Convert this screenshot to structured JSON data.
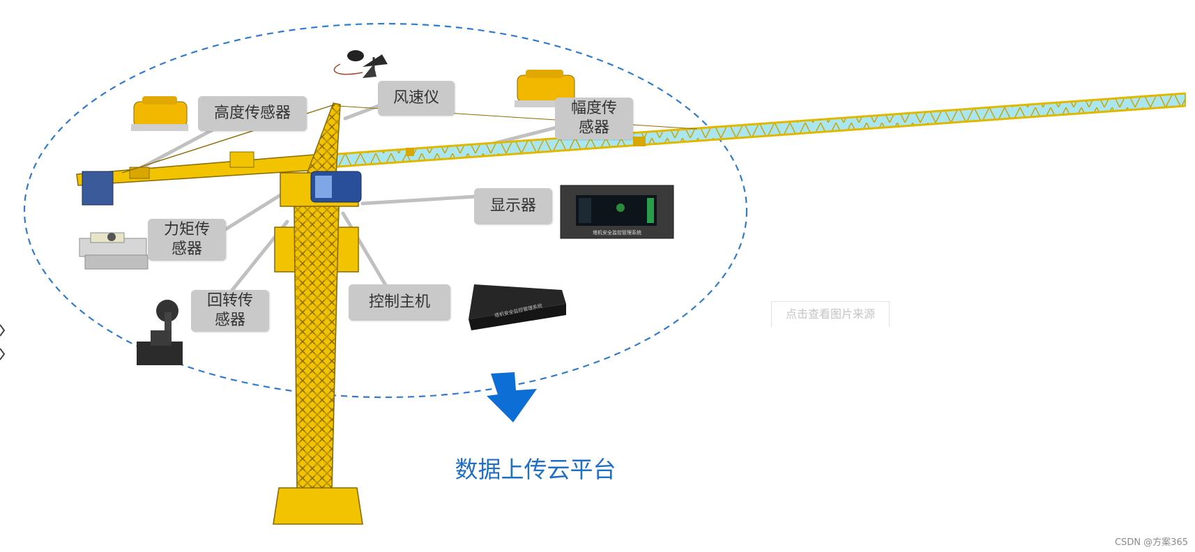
{
  "diagram": {
    "labels": {
      "height_sensor": [
        "高度传感器"
      ],
      "wind_meter": [
        "风速仪"
      ],
      "amplitude_sensor": [
        "幅度传",
        "感器"
      ],
      "display": [
        "显示器"
      ],
      "torque_sensor": [
        "力矩传",
        "感器"
      ],
      "slewing_sensor": [
        "回转传",
        "感器"
      ],
      "control_host": [
        "控制主机"
      ]
    },
    "caption": "数据上传云平台",
    "screen_title": "塔机安全监控管理系统",
    "host_text": "塔机安全监控管理系统"
  },
  "source_link": "点击查看图片来源",
  "watermark": "CSDN @方案365",
  "colors": {
    "dashed_ellipse": "#2f7bd0",
    "arrow": "#0d6fd6",
    "crane_yellow": "#f2c300",
    "crane_dark": "#b8860b",
    "jib_fill": "#a9e6ef",
    "label_bg": "#c9c9c9",
    "leader_line": "#c0c0c0"
  }
}
